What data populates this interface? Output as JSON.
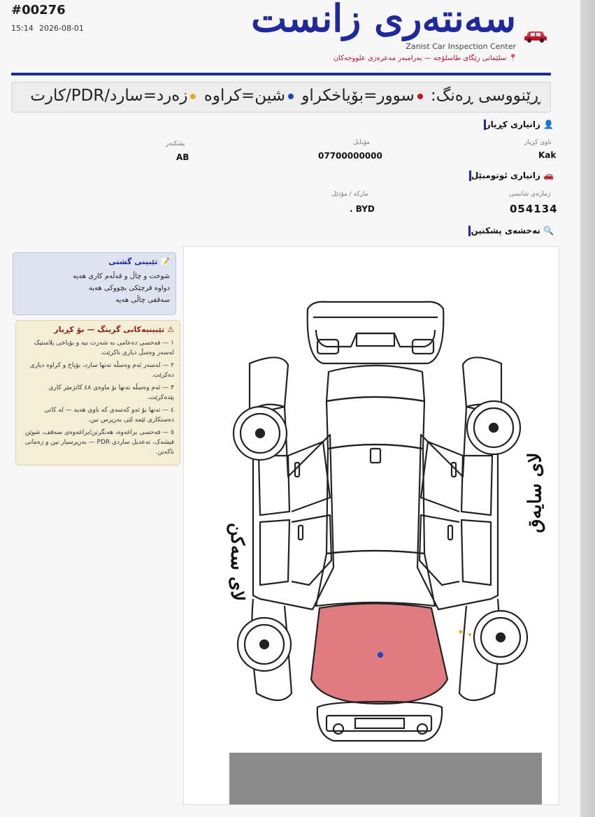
{
  "header": {
    "doc_number": "#00276",
    "time": "15:14",
    "date": "2026-08-01",
    "title": "سەنتەری زانست",
    "subtitle": "Zanist Car Inspection Center",
    "address": "سلێمانی رێگای طاسلۆجە — بەرامبەر مەعرەزی علووجەکان",
    "address_icon": "pin-icon",
    "logo_icon": "car-icon"
  },
  "legend": {
    "title": "ڕێنووسی ڕەنگ:",
    "items": [
      {
        "text": "سوور=بۆیاخکراو",
        "color": "#c0142a"
      },
      {
        "text": "شین=کراوە",
        "color": "#1e44c8"
      },
      {
        "text": "زەرد=سارد/PDR/کارت",
        "color": "#e0b21a"
      }
    ]
  },
  "buyer": {
    "section_title": "زانیاری کڕیار",
    "name_label": "ناوی کڕیار",
    "name_value": "Kak",
    "mobile_label": "مۆبایل",
    "mobile_value": "07700000000",
    "inspector_label": "پشکنەر",
    "inspector_value": "AB"
  },
  "car": {
    "section_title": "زانیاری ئوتومبێل",
    "chassis_label": "ژمارەی شانسی",
    "chassis_value": "054134",
    "brand_label": "مارکە / مۆدێل",
    "brand_value": ". BYD"
  },
  "map": {
    "section_title": "نەخشەی پشکنین",
    "left_side": "لای سەکن",
    "right_side": "لای سایەق",
    "marks": [
      {
        "part": "hood",
        "status": "painted",
        "color": "#c0142a"
      },
      {
        "part": "hood-center",
        "status": "opened",
        "color": "#1e44c8"
      },
      {
        "part": "front-right-fender",
        "status": "cold-pdr-card",
        "color": "#e0b21a"
      }
    ]
  },
  "notes": {
    "title": "تێبینی گشتی",
    "lines": [
      "شوخت و چاڵ و قەڵەم کاری هەیە",
      "دواوە قرچێکی بچووکی هەیە",
      "سەقفی چاڵی هەیە"
    ]
  },
  "rules": {
    "title": "تێبینیەکانی گرینگ — بۆ کڕیار",
    "lines": [
      "١ — فەحسی دەعامی بە شەرت نیە و بۆیاخی پلاستیک لەسەر وەسڵ دیاری ناکرێت.",
      "٢ — لەسەر ئەم وەسڵە تەنها سارد، بۆیاخ و کراوە دیاری دەکرێت.",
      "٣ — ئەم وەسڵە تەنها بۆ ماوەی ٤٨ کاتژمێر کاری پێدەکرێت.",
      "٤ — تەنها بۆ ئەو کەسەی کە ناوی هەیە — لە کاتی دەستکاری ئێمە لێی بەرپرس نین.",
      "٥ — فەحسی براغەوە، هەنگرتن/براغەوەی سەقف، شوێن فیشەک، تەعدیل ساردی PDR — بەرپرسیار نین و زەمانی ناکەین."
    ]
  }
}
